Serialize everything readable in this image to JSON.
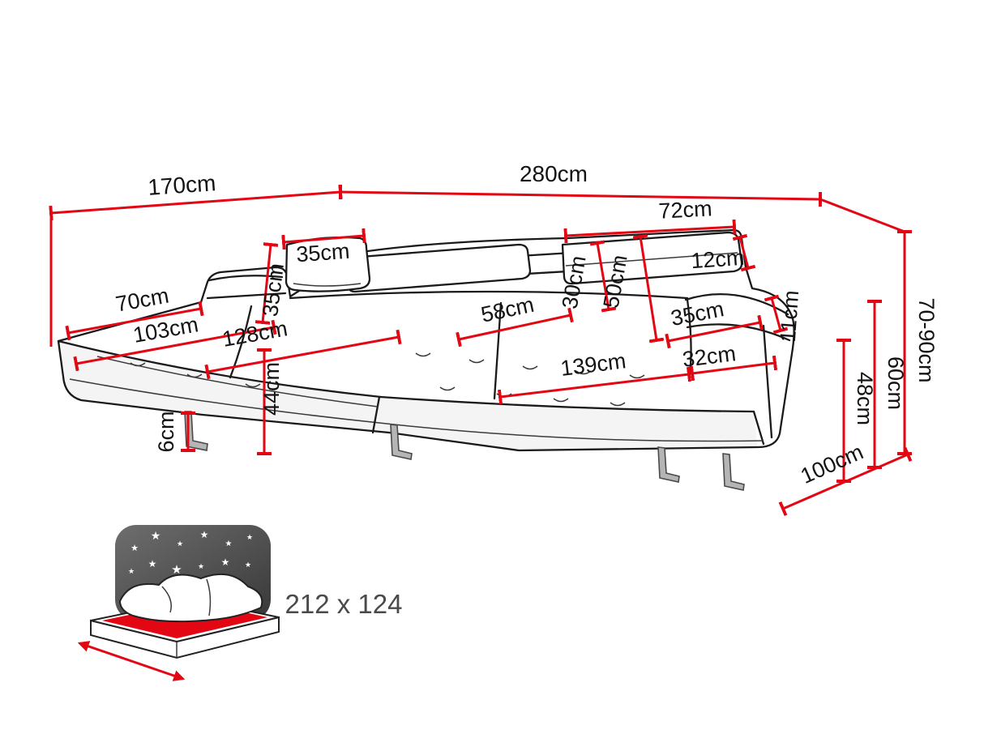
{
  "diagram": {
    "subject": "corner sofa dimension drawing",
    "colors": {
      "dimension_red": "#e30613",
      "outline_black": "#1a1a1a",
      "sleeper_backdrop_gray": "#4a4a4a",
      "mattress_red": "#e30613"
    },
    "dims": {
      "total_depth_left": "170cm",
      "total_width": "280cm",
      "headrest_width": "72cm",
      "headrest_thickness": "12cm",
      "pillow_width": "35cm",
      "pillow_height": "35cm",
      "headrest_panel_height": "30cm",
      "back_cushion_height": "50cm",
      "chaise_width": "70cm",
      "chaise_seat_length": "103cm",
      "chaise_total_length": "128cm",
      "seat_depth": "58cm",
      "armrest_depth": "35cm",
      "armrest_top_width": "11cm",
      "seat_front_width": "139cm",
      "armrest_front_width": "32cm",
      "seat_height": "44cm",
      "leg_height": "6cm",
      "total_height_range": "70-90cm",
      "armrest_height": "60cm",
      "seat_with_back_height": "48cm",
      "total_depth_right": "100cm"
    },
    "sleeping_area": "212 x 124"
  },
  "icons": {
    "star": "★"
  }
}
